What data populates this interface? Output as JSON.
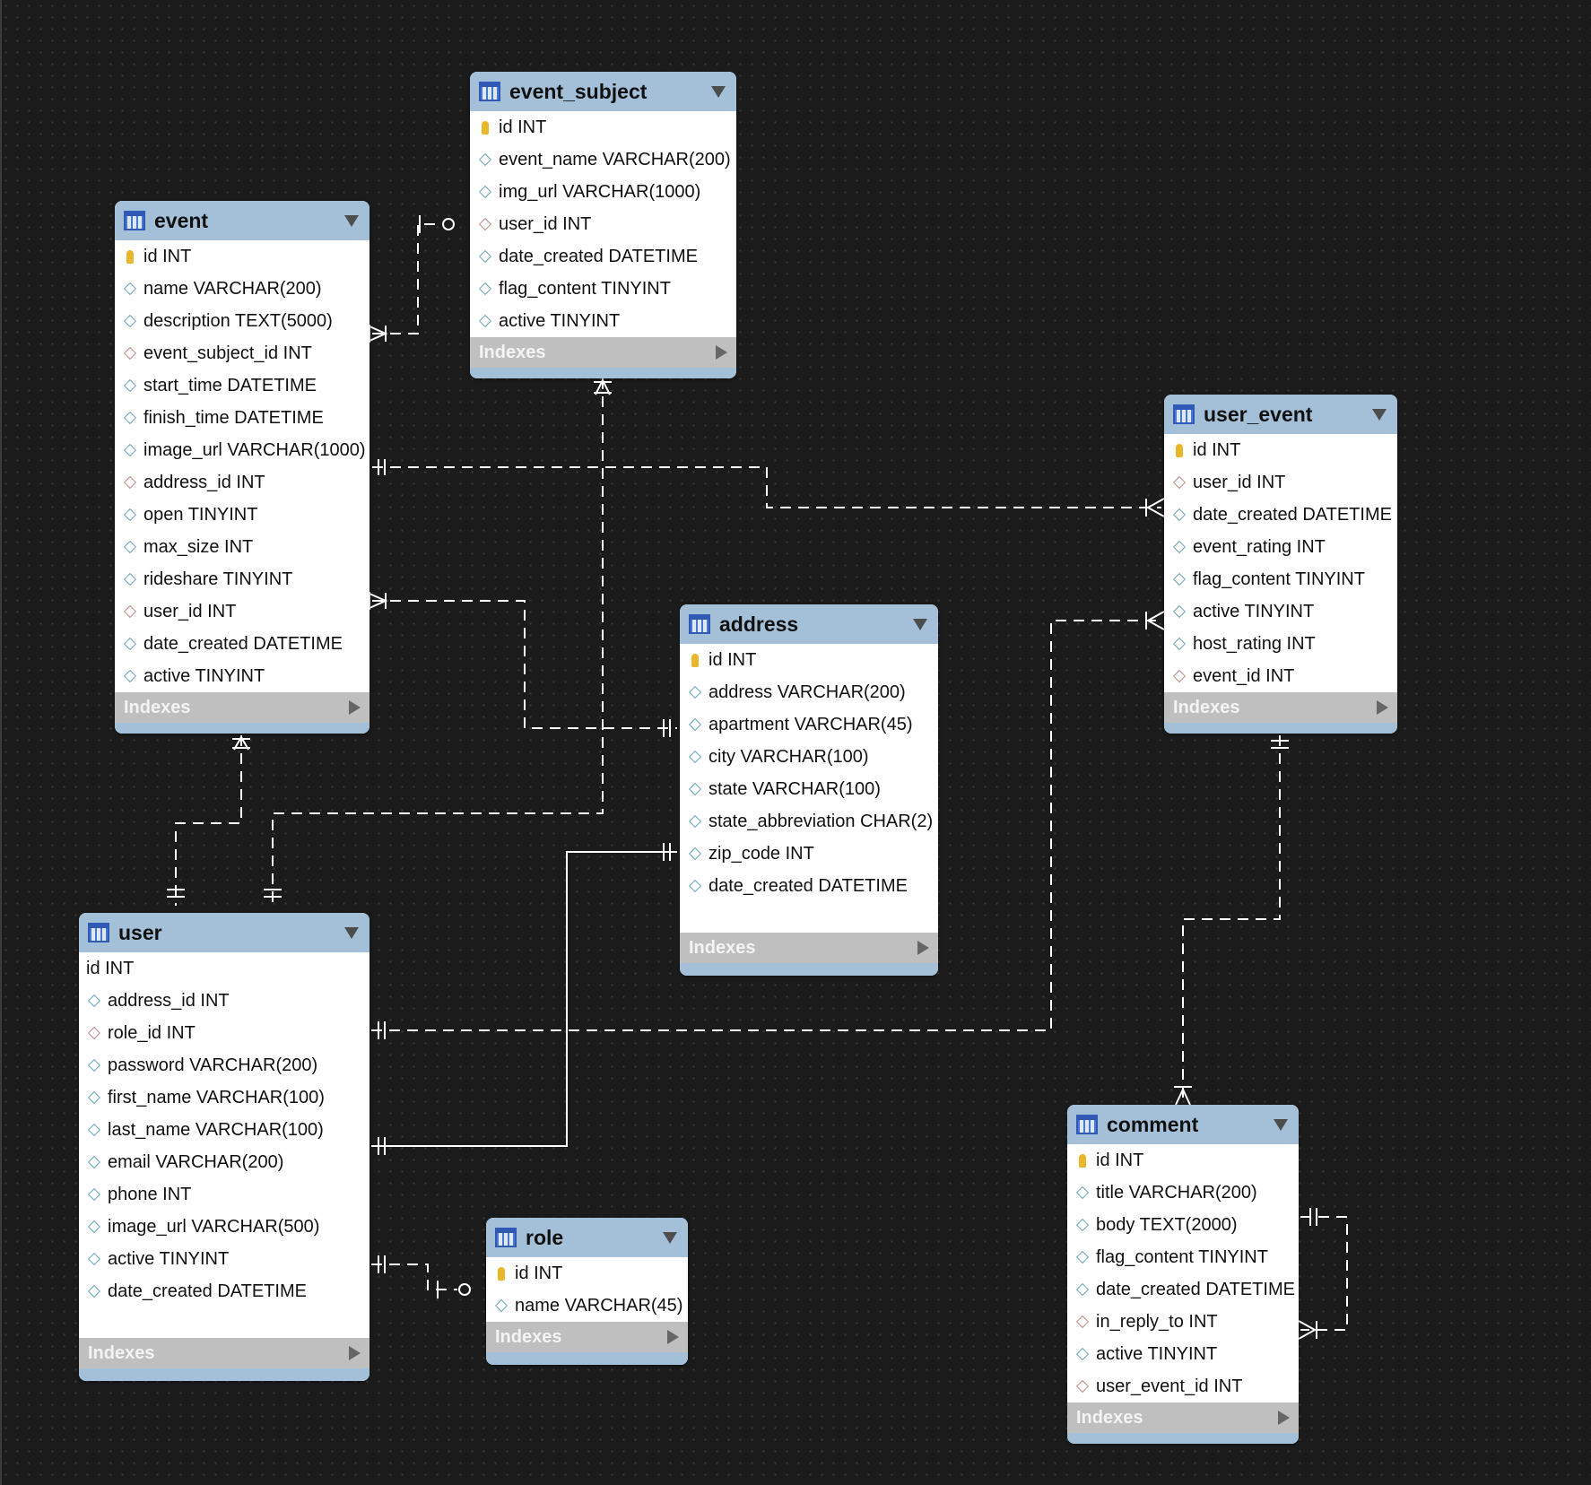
{
  "indexes_label": "Indexes",
  "colors": {
    "header": "#a4c0d8",
    "background": "#1b1b1b",
    "connector": "#ffffff",
    "pk_key": "#e9b82a",
    "column_diamond": "#6aa9bf",
    "fk_diamond": "#c98a86"
  },
  "entities": {
    "event_subject": {
      "name": "event_subject",
      "columns": [
        {
          "icon": "key-icon",
          "text": "id INT"
        },
        {
          "icon": "column-icon",
          "text": "event_name VARCHAR(200)"
        },
        {
          "icon": "column-icon",
          "text": "img_url VARCHAR(1000)"
        },
        {
          "icon": "foreign-key-icon",
          "text": "user_id INT"
        },
        {
          "icon": "column-icon",
          "text": "date_created DATETIME"
        },
        {
          "icon": "column-icon",
          "text": "flag_content TINYINT"
        },
        {
          "icon": "column-icon",
          "text": "active TINYINT"
        }
      ]
    },
    "event": {
      "name": "event",
      "columns": [
        {
          "icon": "key-icon",
          "text": "id INT"
        },
        {
          "icon": "column-icon",
          "text": "name VARCHAR(200)"
        },
        {
          "icon": "column-icon",
          "text": "description TEXT(5000)"
        },
        {
          "icon": "foreign-key-icon",
          "text": "event_subject_id INT"
        },
        {
          "icon": "column-icon",
          "text": "start_time DATETIME"
        },
        {
          "icon": "column-icon",
          "text": "finish_time DATETIME"
        },
        {
          "icon": "column-icon",
          "text": "image_url VARCHAR(1000)"
        },
        {
          "icon": "foreign-key-icon",
          "text": "address_id INT"
        },
        {
          "icon": "column-icon",
          "text": "open TINYINT"
        },
        {
          "icon": "column-icon",
          "text": "max_size INT"
        },
        {
          "icon": "column-icon",
          "text": "rideshare TINYINT"
        },
        {
          "icon": "foreign-key-icon",
          "text": "user_id INT"
        },
        {
          "icon": "column-icon",
          "text": "date_created DATETIME"
        },
        {
          "icon": "column-icon",
          "text": "active TINYINT"
        }
      ]
    },
    "user_event": {
      "name": "user_event",
      "columns": [
        {
          "icon": "key-icon",
          "text": "id INT"
        },
        {
          "icon": "foreign-key-icon",
          "text": "user_id INT"
        },
        {
          "icon": "column-icon",
          "text": "date_created DATETIME"
        },
        {
          "icon": "column-icon",
          "text": "event_rating INT"
        },
        {
          "icon": "column-icon",
          "text": "flag_content TINYINT"
        },
        {
          "icon": "column-icon",
          "text": "active TINYINT"
        },
        {
          "icon": "column-icon",
          "text": "host_rating INT"
        },
        {
          "icon": "foreign-key-icon",
          "text": "event_id INT"
        }
      ]
    },
    "address": {
      "name": "address",
      "columns": [
        {
          "icon": "key-icon",
          "text": "id INT"
        },
        {
          "icon": "column-icon",
          "text": "address VARCHAR(200)"
        },
        {
          "icon": "column-icon",
          "text": "apartment VARCHAR(45)"
        },
        {
          "icon": "column-icon",
          "text": "city VARCHAR(100)"
        },
        {
          "icon": "column-icon",
          "text": "state VARCHAR(100)"
        },
        {
          "icon": "column-icon",
          "text": "state_abbreviation CHAR(2)"
        },
        {
          "icon": "column-icon",
          "text": "zip_code INT"
        },
        {
          "icon": "column-icon",
          "text": "date_created DATETIME"
        }
      ]
    },
    "user": {
      "name": "user",
      "columns": [
        {
          "icon": "none",
          "text": "id INT"
        },
        {
          "icon": "column-icon",
          "text": "address_id INT"
        },
        {
          "icon": "foreign-key-icon",
          "text": "role_id INT"
        },
        {
          "icon": "column-icon",
          "text": "password VARCHAR(200)"
        },
        {
          "icon": "column-icon",
          "text": "first_name VARCHAR(100)"
        },
        {
          "icon": "column-icon",
          "text": "last_name VARCHAR(100)"
        },
        {
          "icon": "column-icon",
          "text": "email VARCHAR(200)"
        },
        {
          "icon": "column-icon",
          "text": "phone INT"
        },
        {
          "icon": "column-icon",
          "text": "image_url VARCHAR(500)"
        },
        {
          "icon": "column-icon",
          "text": "active TINYINT"
        },
        {
          "icon": "column-icon",
          "text": "date_created DATETIME"
        }
      ]
    },
    "role": {
      "name": "role",
      "columns": [
        {
          "icon": "key-icon",
          "text": "id INT"
        },
        {
          "icon": "column-icon",
          "text": "name VARCHAR(45)"
        }
      ]
    },
    "comment": {
      "name": "comment",
      "columns": [
        {
          "icon": "key-icon",
          "text": "id INT"
        },
        {
          "icon": "column-icon",
          "text": "title VARCHAR(200)"
        },
        {
          "icon": "column-icon",
          "text": "body TEXT(2000)"
        },
        {
          "icon": "column-icon",
          "text": "flag_content TINYINT"
        },
        {
          "icon": "column-icon",
          "text": "date_created DATETIME"
        },
        {
          "icon": "foreign-key-icon",
          "text": "in_reply_to INT"
        },
        {
          "icon": "column-icon",
          "text": "active TINYINT"
        },
        {
          "icon": "foreign-key-icon",
          "text": "user_event_id INT"
        }
      ]
    }
  }
}
